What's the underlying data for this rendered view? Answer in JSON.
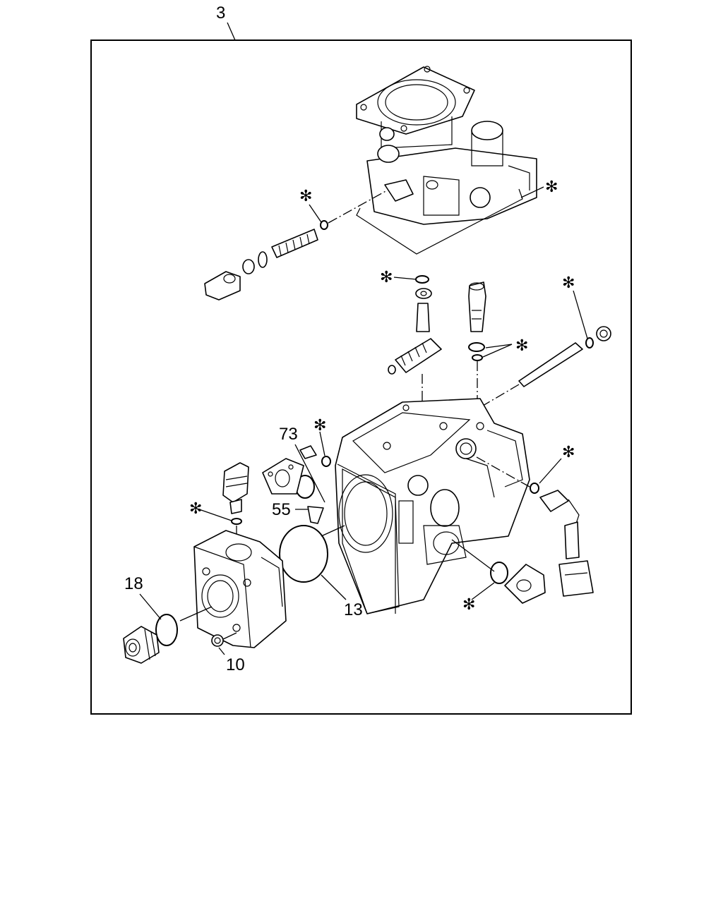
{
  "callouts": {
    "assembly": "3",
    "oring_73": "73",
    "bracket_55": "55",
    "oring_18": "18",
    "oring_13": "13",
    "washer_10": "10"
  },
  "markers": {
    "replacement_part": "✻"
  },
  "colors": {
    "line": "#000000",
    "background": "#ffffff"
  }
}
